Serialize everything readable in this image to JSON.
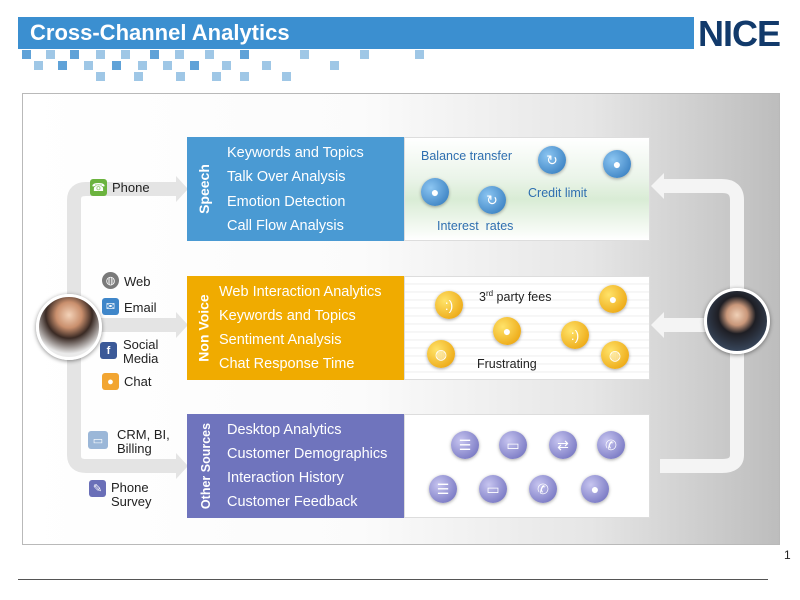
{
  "header": {
    "title": "Cross-Channel Analytics",
    "logo_text": "NICE"
  },
  "channels": {
    "phone": "Phone",
    "web": "Web",
    "email": "Email",
    "social": "Social Media",
    "chat": "Chat",
    "crm": "CRM, BI, Billing",
    "survey": "Phone Survey"
  },
  "speech": {
    "label": "Speech",
    "items": [
      "Keywords and Topics",
      "Talk Over Analysis",
      "Emotion Detection",
      "Call Flow Analysis"
    ],
    "tags": [
      "Balance transfer",
      "Credit limit",
      "Interest  rates"
    ]
  },
  "nonvoice": {
    "label": "Non Voice",
    "items": [
      "Web Interaction Analytics",
      "Keywords and Topics",
      "Sentiment Analysis",
      "Chat Response Time"
    ],
    "tags": {
      "fees_prefix": "3",
      "fees_sup": "rd",
      "fees_rest": " party fees",
      "frustrating": "Frustrating"
    }
  },
  "other": {
    "label": "Other Sources",
    "items": [
      "Desktop Analytics",
      "Customer Demographics",
      "Interaction History",
      "Customer Feedback"
    ]
  },
  "page_number": "1",
  "colors": {
    "speech": "#4a9ad3",
    "nonvoice": "#f0ab00",
    "other": "#6f74bd",
    "title_bar": "#3b8fd0"
  }
}
